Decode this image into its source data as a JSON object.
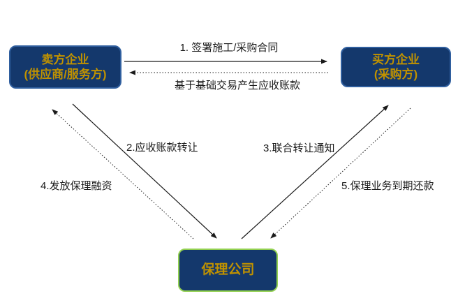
{
  "diagram": {
    "title_hint": "factoring-business-flow",
    "nodes": {
      "seller": {
        "line1": "卖方企业",
        "line2": "(供应商/服务方)"
      },
      "buyer": {
        "line1": "买方企业",
        "line2": "(采购方)"
      },
      "factor": {
        "label": "保理公司"
      }
    },
    "edges": {
      "contract": "1. 签署施工/采购合同",
      "receivable": "基于基础交易产生应收账款",
      "transfer": "2.应收账款转让",
      "notice": "3.联合转让通知",
      "financing": "4.发放保理融资",
      "repayment": "5.保理业务到期还款"
    },
    "colors": {
      "node_fill": "#14386C",
      "node_border_blue": "#2F5E9E",
      "node_border_green": "#92D050",
      "node_text_gold": "#C09200",
      "arrow_black": "#1a1a1a",
      "background": "#ffffff"
    }
  }
}
